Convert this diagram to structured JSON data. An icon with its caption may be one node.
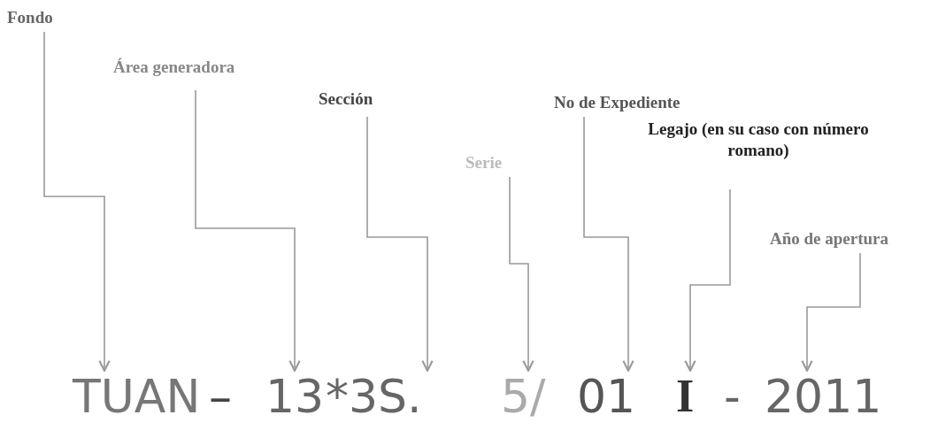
{
  "diagram": {
    "nodes": [
      {
        "text": [
          "Fondo"
        ]
      },
      {
        "text": [
          "Área generadora"
        ]
      },
      {
        "text": [
          "Sección"
        ]
      },
      {
        "text": [
          "Serie"
        ]
      },
      {
        "text": [
          "No de Expediente"
        ]
      },
      {
        "text": [
          "Legajo (en su caso con número romano)"
        ]
      },
      {
        "text": [
          "Año de apertura"
        ]
      },
      {
        "text": [
          "TUAN"
        ]
      },
      {
        "text": [
          "13"
        ]
      },
      {
        "text": [
          "*3S."
        ]
      },
      {
        "text": [
          "5/"
        ]
      },
      {
        "text": [
          "01"
        ]
      },
      {
        "text": [
          "I"
        ]
      },
      {
        "text": [
          "2011"
        ]
      }
    ],
    "edges": [
      {
        "from": 0,
        "to": 7,
        "arrow": "to"
      },
      {
        "from": 1,
        "to": 8,
        "arrow": "to"
      },
      {
        "from": 2,
        "to": 9,
        "arrow": "to"
      },
      {
        "from": 3,
        "to": 10,
        "arrow": "to"
      },
      {
        "from": 4,
        "to": 11,
        "arrow": "to"
      },
      {
        "from": 5,
        "to": 12,
        "arrow": "to"
      },
      {
        "from": 6,
        "to": 13,
        "arrow": "to"
      }
    ],
    "labels": [
      "–",
      "-"
    ]
  }
}
